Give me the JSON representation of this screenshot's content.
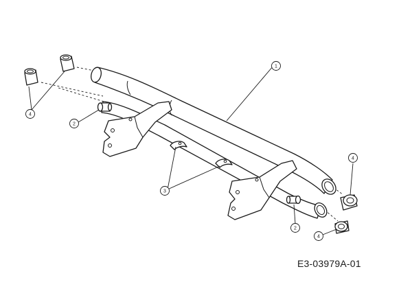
{
  "diagram": {
    "code": "E3-03979A-01",
    "callouts": [
      {
        "id": "c1",
        "label": "1"
      },
      {
        "id": "c2a",
        "label": "2"
      },
      {
        "id": "c2b",
        "label": "2"
      },
      {
        "id": "c3",
        "label": "3"
      },
      {
        "id": "c4a",
        "label": "4"
      },
      {
        "id": "c4b",
        "label": "4"
      },
      {
        "id": "c4c",
        "label": "4"
      }
    ]
  }
}
